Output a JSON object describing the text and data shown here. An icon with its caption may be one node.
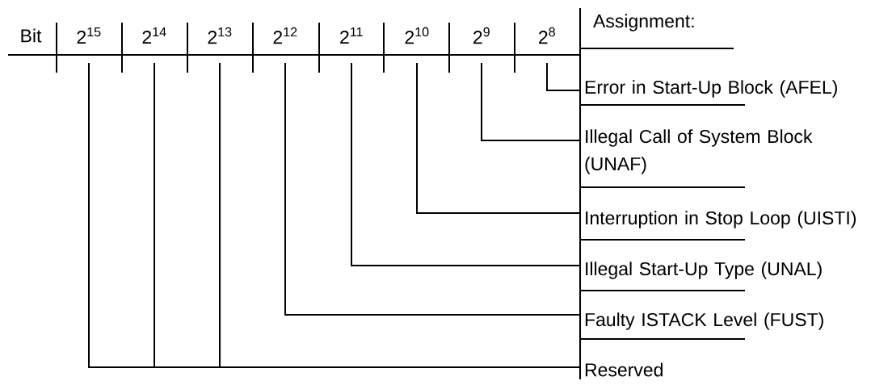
{
  "diagram": {
    "nodes": [
      {
        "text": [
          "2$^{15}$"
        ]
      },
      {
        "text": [
          "2$^{14}$"
        ]
      },
      {
        "text": [
          "2$^{13}$"
        ]
      },
      {
        "text": [
          "2$^{12}$"
        ]
      },
      {
        "text": [
          "2$^{11}$"
        ]
      },
      {
        "text": [
          "2$^{10}$"
        ]
      },
      {
        "text": [
          "2$^{9}$"
        ]
      },
      {
        "text": [
          "2$^{8}$"
        ]
      },
      {
        "text": [
          "Error in Start-Up Block (AFEL)"
        ]
      },
      {
        "text": [
          "Illegal Call of System Block (UNAF)"
        ]
      },
      {
        "text": [
          "Interruption in Stop Loop (UISTI)"
        ]
      },
      {
        "text": [
          "Illegal Start-Up Type (UNAL)"
        ]
      },
      {
        "text": [
          "Faulty ISTACK Level (FUST)"
        ]
      },
      {
        "text": [
          "Reserved"
        ]
      }
    ],
    "edges": [
      {
        "from": 7,
        "to": 8,
        "arrow": "none"
      },
      {
        "from": 6,
        "to": 9,
        "arrow": "none"
      },
      {
        "from": 5,
        "to": 10,
        "arrow": "none"
      },
      {
        "from": 4,
        "to": 11,
        "arrow": "none"
      },
      {
        "from": 3,
        "to": 12,
        "arrow": "none"
      },
      {
        "from": 0,
        "to": 13,
        "arrow": "none"
      },
      {
        "from": 1,
        "to": 13,
        "arrow": "none"
      },
      {
        "from": 2,
        "to": 13,
        "arrow": "none"
      }
    ],
    "labels": [
      "Bit",
      "Assignment:"
    ]
  }
}
